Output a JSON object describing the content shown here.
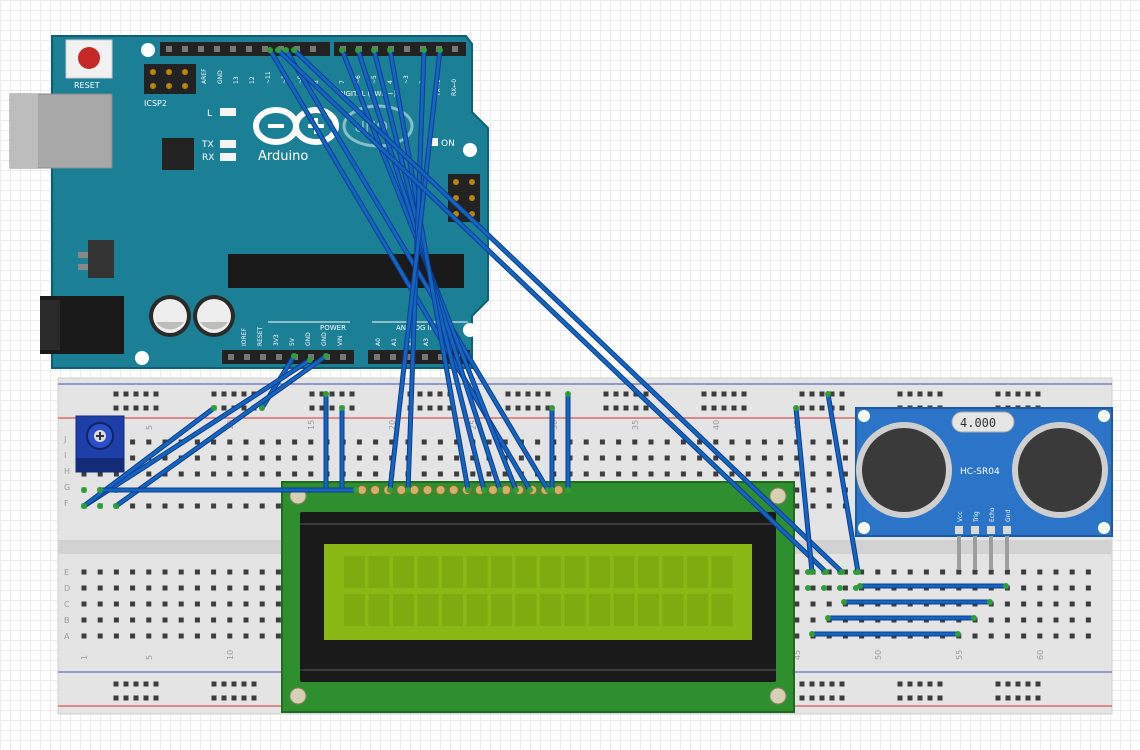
{
  "arduino": {
    "reset_label": "RESET",
    "icsp2_label": "ICSP2",
    "l_label": "L",
    "tx_label": "TX",
    "rx_label": "RX",
    "on_label": "ON",
    "brand_label": "Arduino",
    "uno_label": "UNO",
    "digital_label": "DIGITAL (PWM~)",
    "power_label": "POWER",
    "analog_label": "ANALOG IN",
    "top_pin_labels": [
      "AREF",
      "GND",
      "13",
      "12",
      "~11",
      "~10",
      "~9",
      "8"
    ],
    "top_pin_labels_right": [
      "7",
      "~6",
      "~5",
      "4",
      "~3",
      "2",
      "TX→1",
      "RX←0"
    ],
    "power_pin_labels": [
      "IOREF",
      "RESET",
      "3V3",
      "5V",
      "GND",
      "GND",
      "VIN"
    ],
    "analog_pin_labels": [
      "A0",
      "A1",
      "A2",
      "A3",
      "A4",
      "A5"
    ]
  },
  "breadboard": {
    "column_numbers": [
      "1",
      "5",
      "10",
      "15",
      "20",
      "25",
      "30",
      "35",
      "40",
      "45",
      "50",
      "55",
      "60"
    ],
    "row_letters_top": [
      "J",
      "I",
      "H",
      "G",
      "F"
    ],
    "row_letters_bottom": [
      "E",
      "D",
      "C",
      "B",
      "A"
    ]
  },
  "sensor": {
    "crystal_label": "4.000",
    "model_label": "HC-SR04",
    "pin_labels": [
      "Vcc",
      "Trig",
      "Echo",
      "Gnd"
    ]
  },
  "colors": {
    "arduino_board": "#1b7f96",
    "lcd_board": "#2f8f2f",
    "lcd_screen": "#8ab814",
    "wire": "#1565c0",
    "sensor_board": "#2b74c7"
  }
}
